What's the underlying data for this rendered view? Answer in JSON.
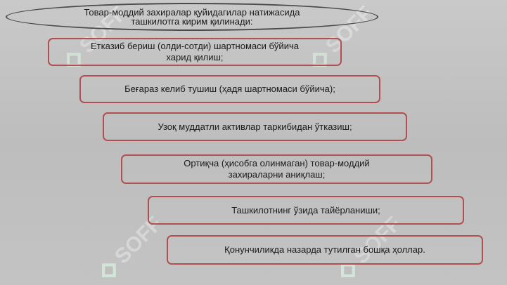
{
  "header": {
    "text": "Товар-моддий захиралар қуйидагилар натижасида\nташкилотга кирим қилинади:"
  },
  "items": [
    {
      "label": "Етказиб бериш (олди-сотди) шартномаси бўйича\nхарид қилиш;"
    },
    {
      "label": "Беғараз келиб тушиш (ҳадя шартномаси бўйича);"
    },
    {
      "label": "Узоқ муддатли активлар таркибидан ўтказиш;"
    },
    {
      "label": "Ортиқча (ҳисобга олинмаган) товар-моддий\nзахираларни аниқлаш;"
    },
    {
      "label": "Ташкилотнинг ўзида тайёрланиши;"
    },
    {
      "label": "Қонунчиликда назарда тутилган бошқа ҳоллар."
    }
  ],
  "watermark": {
    "text": "SOFF",
    "color": "#ffffff"
  },
  "colors": {
    "box_border": "#b05050",
    "ellipse_border": "#4a4a4a",
    "background": "#bfbfbf"
  }
}
